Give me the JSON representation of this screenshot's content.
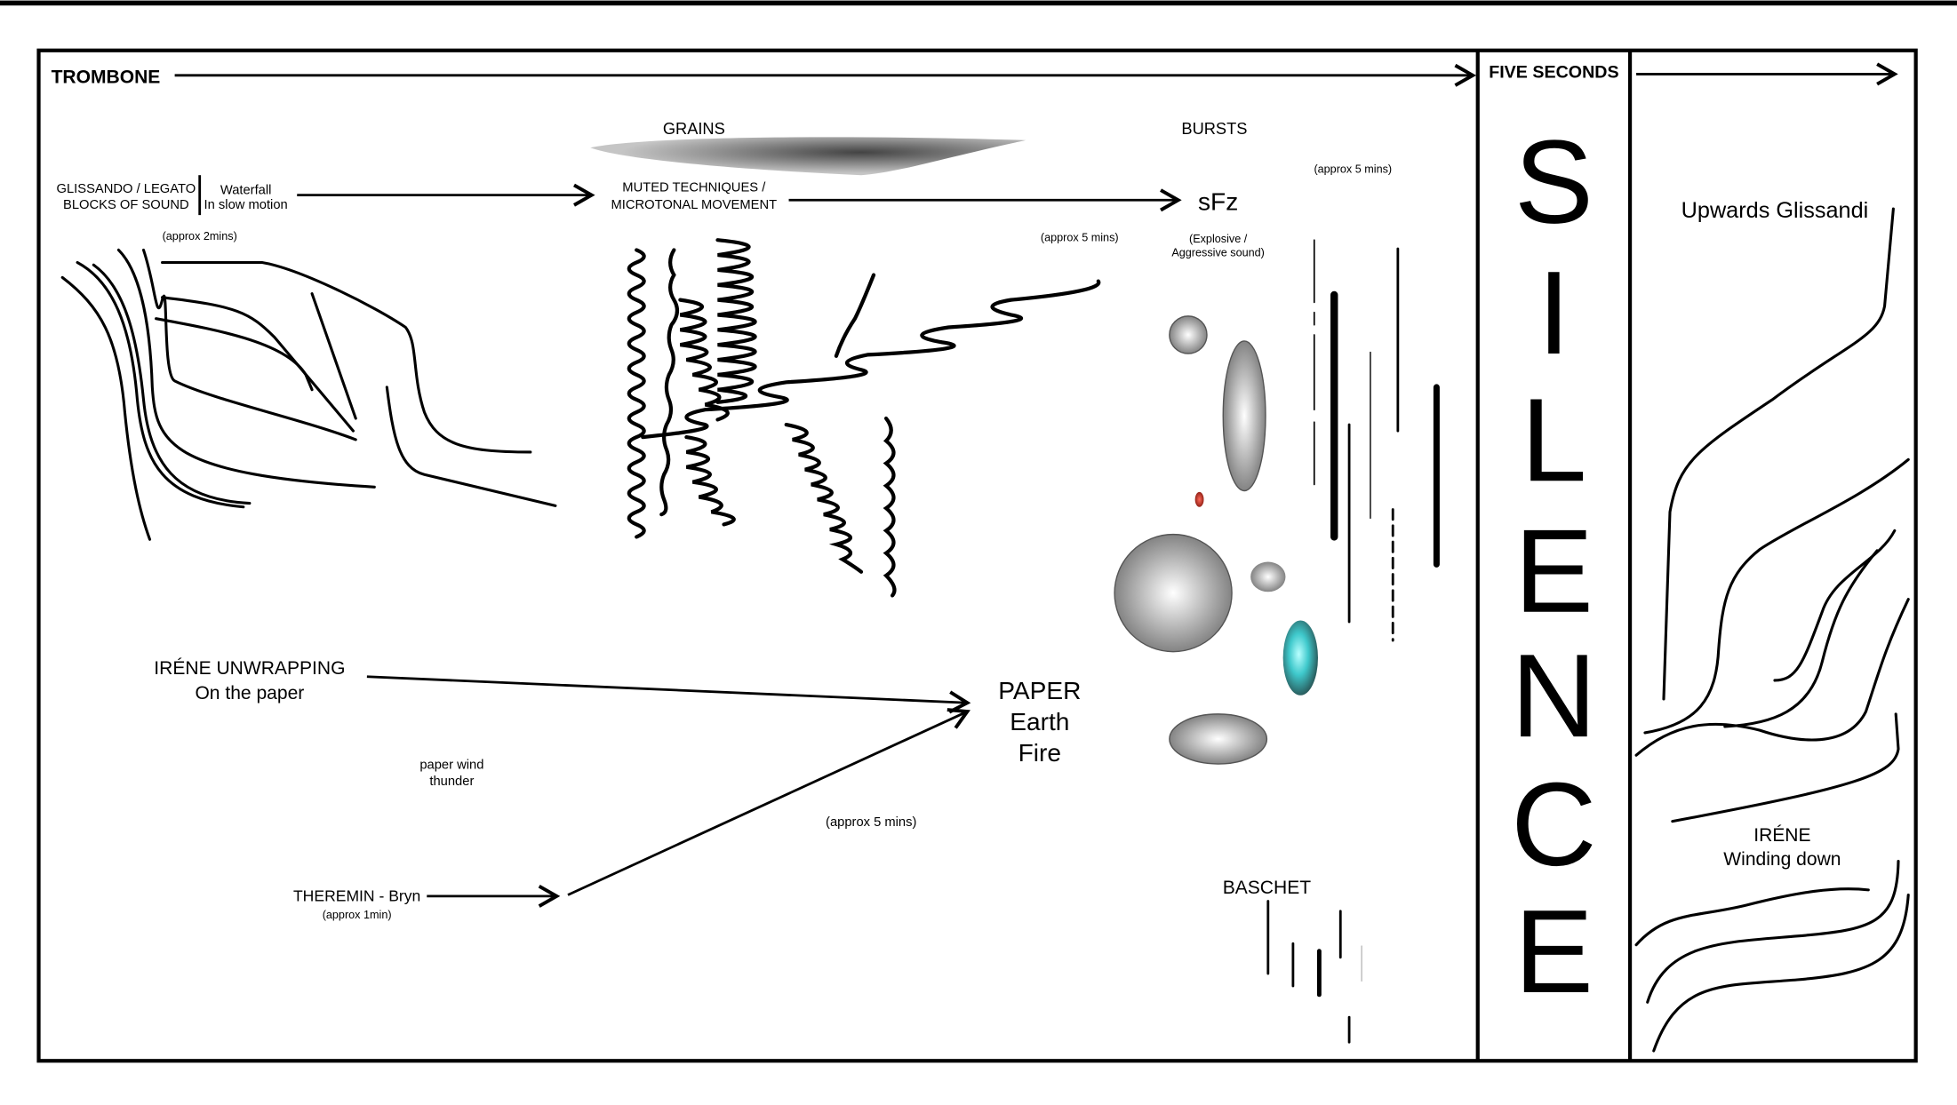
{
  "header": {
    "instrument": "TROMBONE",
    "section": "FIVE SECONDS"
  },
  "silence_letters": [
    "S",
    "I",
    "L",
    "E",
    "N",
    "C",
    "E"
  ],
  "trombone": {
    "glissando_line1": "GLISSANDO / LEGATO",
    "glissando_line2": "BLOCKS OF SOUND",
    "waterfall_line1": "Waterfall",
    "waterfall_line2": "In slow motion",
    "duration1": "(approx 2mins)",
    "grains": "GRAINS",
    "muted_line1": "MUTED TECHNIQUES /",
    "muted_line2": "MICROTONAL MOVEMENT",
    "duration2": "(approx 5 mins)",
    "bursts": "BURSTS",
    "sfz": "sFz",
    "explosive_line1": "(Explosive /",
    "explosive_line2": "Aggressive sound)",
    "duration3": "(approx 5 mins)"
  },
  "paper": {
    "irene_line1": "IRÉNE UNWRAPPING",
    "irene_line2": "On the paper",
    "sounds_line1": "paper  wind",
    "sounds_line2": "thunder",
    "theremin": "THEREMIN - Bryn",
    "theremin_duration": "(approx 1min)",
    "duration": "(approx 5 mins)",
    "target_line1": "PAPER",
    "target_line2": "Earth",
    "target_line3": "Fire",
    "baschet": "BASCHET"
  },
  "right": {
    "upwards": "Upwards Glissandi",
    "irene_line1": "IRÉNE",
    "irene_line2": "Winding down"
  },
  "colors": {
    "ink": "#000000",
    "teal": "#3fc9cc",
    "red": "#c0261b"
  }
}
